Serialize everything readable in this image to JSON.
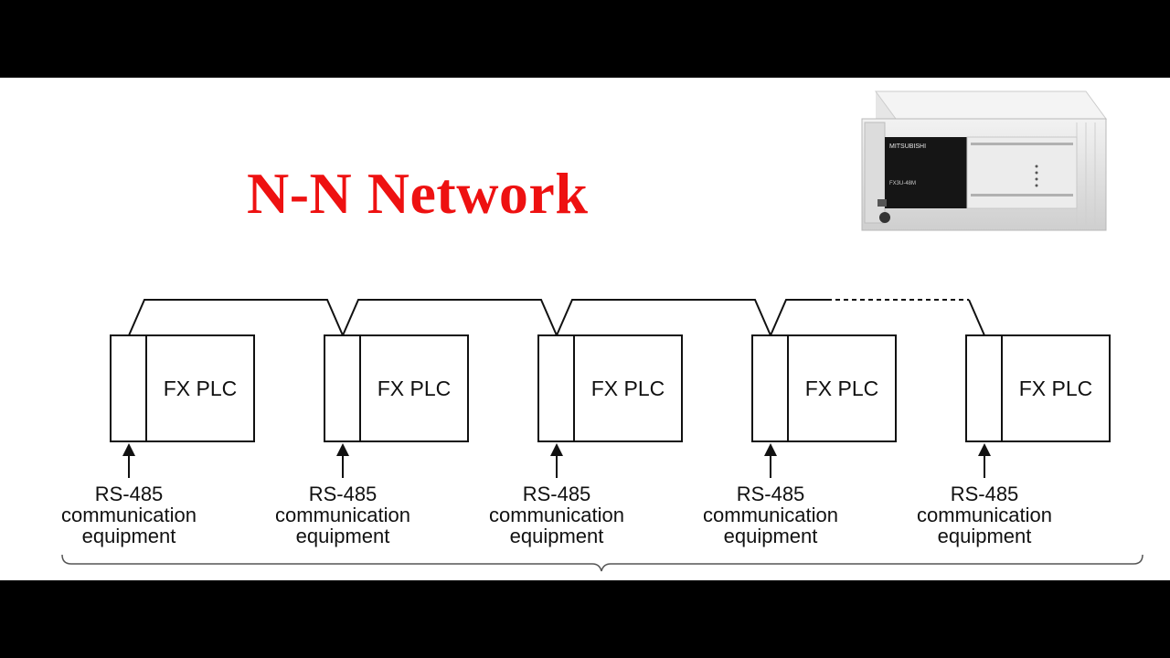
{
  "title": "N-N Network",
  "nodes": [
    {
      "label": "FX PLC",
      "caption": [
        "RS-485",
        "communication",
        "equipment"
      ]
    },
    {
      "label": "FX PLC",
      "caption": [
        "RS-485",
        "communication",
        "equipment"
      ]
    },
    {
      "label": "FX PLC",
      "caption": [
        "RS-485",
        "communication",
        "equipment"
      ]
    },
    {
      "label": "FX PLC",
      "caption": [
        "RS-485",
        "communication",
        "equipment"
      ]
    },
    {
      "label": "FX PLC",
      "caption": [
        "RS-485",
        "communication",
        "equipment"
      ]
    }
  ],
  "photo": {
    "brand_text": "MITSUBISHI",
    "model_text": "FX3U-48M"
  },
  "colors": {
    "title": "#ee1111",
    "background": "#ffffff",
    "letterbox": "#000000"
  }
}
